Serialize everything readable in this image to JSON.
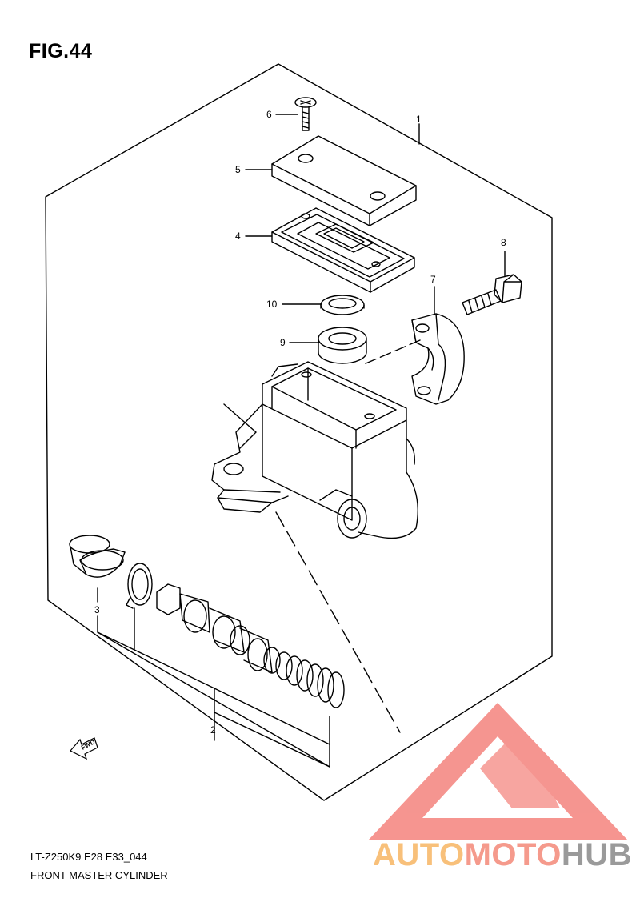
{
  "figure": {
    "label": "FIG.44",
    "model_code": "LT-Z250K9 E28 E33_044",
    "caption": "FRONT MASTER CYLINDER"
  },
  "callouts": [
    "1",
    "2",
    "3",
    "4",
    "5",
    "6",
    "7",
    "8",
    "9",
    "10"
  ],
  "direction_marker": {
    "text": "FWD",
    "icon": "fwd-arrow-icon"
  },
  "watermark": {
    "parts": [
      "AUTO",
      "MOTO",
      "HUB"
    ],
    "colors": {
      "auto": "#f8c07a",
      "moto": "#f59a8c",
      "hub": "#9a9a9a",
      "triangle": "#f58a84"
    },
    "icon": "triangle-logo-icon"
  },
  "colors": {
    "line": "#000000",
    "background": "#ffffff"
  }
}
